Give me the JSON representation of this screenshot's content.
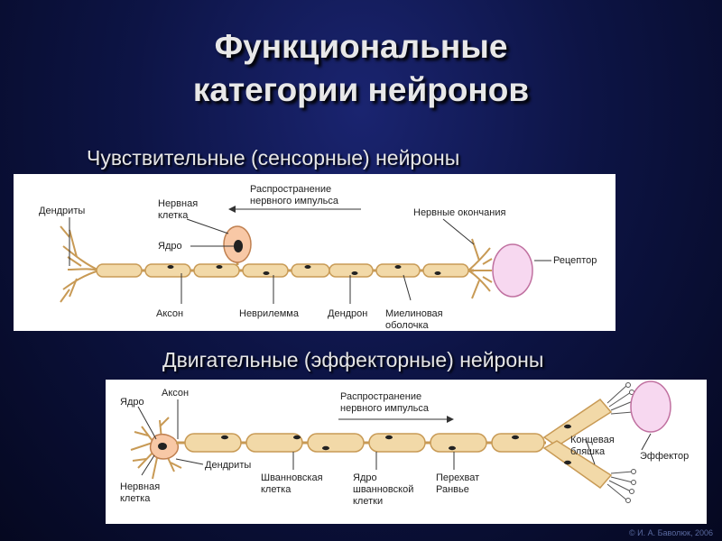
{
  "title": {
    "line1": "Функциональные",
    "line2": "категории нейронов"
  },
  "sensory": {
    "heading": "Чувствительные (сенсорные) нейроны",
    "labels": {
      "dendrites": "Дендриты",
      "nerve_cell_1": "Нервная",
      "nerve_cell_2": "клетка",
      "nucleus": "Ядро",
      "propagation_1": "Распространение",
      "propagation_2": "нервного импульса",
      "nerve_endings": "Нервные окончания",
      "receptor": "Рецептор",
      "axon": "Аксон",
      "neurilemma": "Неврилемма",
      "dendron": "Дендрон",
      "myelin_1": "Миелиновая",
      "myelin_2": "оболочка"
    }
  },
  "motor": {
    "heading": "Двигательные (эффекторные) нейроны",
    "labels": {
      "nucleus": "Ядро",
      "axon": "Аксон",
      "propagation_1": "Распространение",
      "propagation_2": "нервного импульса",
      "end_plate_1": "Концевая",
      "end_plate_2": "бляшка",
      "effector": "Эффектор",
      "dendrites": "Дендриты",
      "schwann_1": "Шванновская",
      "schwann_2": "клетка",
      "schwann_nucleus_1": "Ядро",
      "schwann_nucleus_2": "шванновской",
      "schwann_nucleus_3": "клетки",
      "ranvier_1": "Перехват",
      "ranvier_2": "Ранвье",
      "nerve_cell_1": "Нервная",
      "nerve_cell_2": "клетка"
    }
  },
  "copyright": "© И. А. Баволюк, 2006",
  "colors": {
    "myelin_fill": "#f2d9a8",
    "myelin_stroke": "#c89a55",
    "receptor_fill": "#f7d8f0",
    "cell_body_fill": "#f8c8a6"
  }
}
